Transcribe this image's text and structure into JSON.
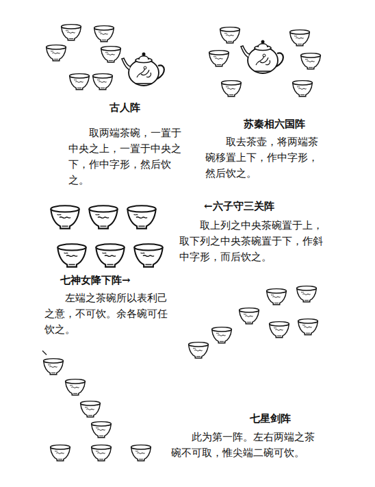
{
  "diagram": {
    "labels": [
      "古人阵",
      "取两端茶碗，一置于中央之上，一置于中央之下，作中字形，然后饮之。",
      "苏秦相六国阵",
      "取去茶壶，将两端茶碗移置上下，作中字形，然后饮之。",
      "←六子守三关阵",
      "取上列之中央茶碗置于上，取下列之中央茶碗置于下，作斜中字形，而后饮之。",
      "七神女降下阵→",
      "左端之茶碗所以表利己之意，不可饮。余各碗可任饮之。",
      "七星剑阵",
      "此为第一阵。左右两端之茶碗不可取，惟尖端二碗可饮。"
    ]
  }
}
